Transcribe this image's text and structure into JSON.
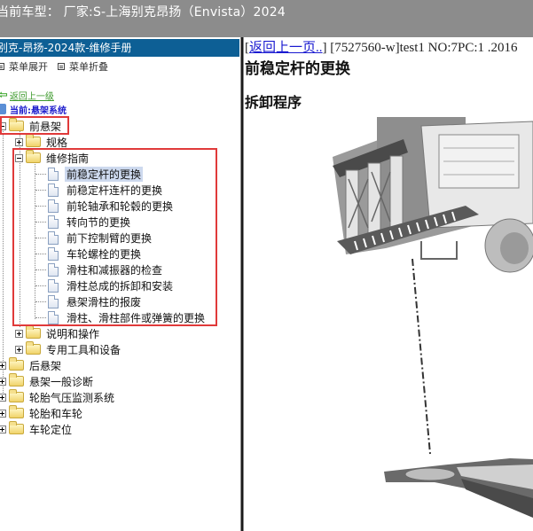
{
  "window": {
    "title": "当前车型：  厂家:S-上海别克昂扬（Envista）2024"
  },
  "sidebar": {
    "manual_title": "别克-昂扬-2024款-维修手册",
    "menu_expand": "菜单展开",
    "menu_collapse": "菜单折叠",
    "back_link": "返回上一级",
    "current": "当前:悬架系统",
    "tree": [
      {
        "label": "前悬架",
        "expanded": true,
        "highlighted": true
      },
      {
        "label": "规格",
        "level": 1,
        "expanded": false
      },
      {
        "label": "维修指南",
        "level": 1,
        "expanded": true,
        "highlighted": true,
        "children": [
          {
            "label": "前稳定杆的更换",
            "selected": true
          },
          {
            "label": "前稳定杆连杆的更换"
          },
          {
            "label": "前轮轴承和轮毂的更换"
          },
          {
            "label": "转向节的更换"
          },
          {
            "label": "前下控制臂的更换"
          },
          {
            "label": "车轮螺栓的更换"
          },
          {
            "label": "滑柱和减振器的检查"
          },
          {
            "label": "滑柱总成的拆卸和安装"
          },
          {
            "label": "悬架滑柱的报废"
          },
          {
            "label": "滑柱、滑柱部件或弹簧的更换"
          }
        ]
      },
      {
        "label": "说明和操作",
        "level": 1,
        "expanded": false
      },
      {
        "label": "专用工具和设备",
        "level": 1,
        "expanded": false
      },
      {
        "label": "后悬架",
        "expanded": false
      },
      {
        "label": "悬架一般诊断",
        "expanded": false
      },
      {
        "label": "轮胎气压监测系统",
        "expanded": false
      },
      {
        "label": "轮胎和车轮",
        "expanded": false
      },
      {
        "label": "车轮定位",
        "expanded": false
      }
    ]
  },
  "content": {
    "back_page_link": "返回上一页..",
    "meta": " [7527560-w]test1 NO:7PC:1 .2016",
    "title": "前稳定杆的更换",
    "section": "拆卸程序"
  },
  "colors": {
    "titlebar_bg": "#8c8c8c",
    "manual_header_bg": "#0d5f95",
    "highlight_box": "#e03a3a",
    "selected_bg": "#cdd9ee",
    "link_blue": "#1a1ad0",
    "back_green": "#3d9a2c"
  }
}
